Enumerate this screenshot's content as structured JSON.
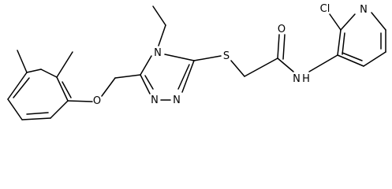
{
  "diagram": {
    "type": "chemical-structure",
    "atoms": [
      {
        "id": "cl",
        "label": "Cl"
      },
      {
        "id": "n-pyridine",
        "label": "N"
      },
      {
        "id": "o-carbonyl",
        "label": "O"
      },
      {
        "id": "s-thioether",
        "label": "S"
      },
      {
        "id": "n-amide",
        "label": "N"
      },
      {
        "id": "h-amide",
        "label": "H"
      },
      {
        "id": "n-triazole-4",
        "label": "N"
      },
      {
        "id": "n-triazole-1",
        "label": "N"
      },
      {
        "id": "n-triazole-2",
        "label": "N"
      },
      {
        "id": "o-ether",
        "label": "O"
      }
    ]
  }
}
